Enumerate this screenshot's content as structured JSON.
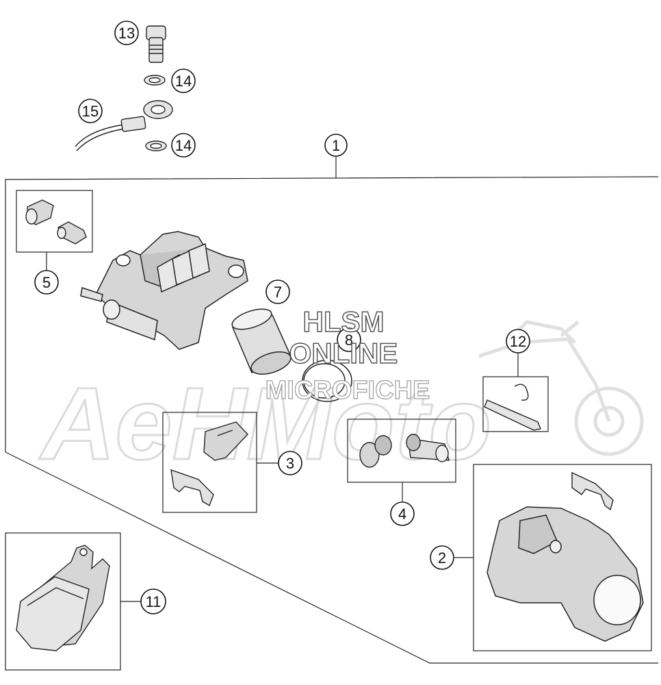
{
  "watermark": {
    "line1": "HLSM",
    "line2": "ONLINE",
    "line3": "MICROFICHE",
    "brand": "AeHMoto"
  },
  "callouts": {
    "c1": "1",
    "c2": "2",
    "c3": "3",
    "c4": "4",
    "c5": "5",
    "c7": "7",
    "c8": "8",
    "c11": "11",
    "c12": "12",
    "c13": "13",
    "c14a": "14",
    "c14b": "14",
    "c15": "15"
  },
  "colors": {
    "line": "#222222",
    "part_fill": "#d6d6d6",
    "watermark": "#cfcfcf"
  }
}
